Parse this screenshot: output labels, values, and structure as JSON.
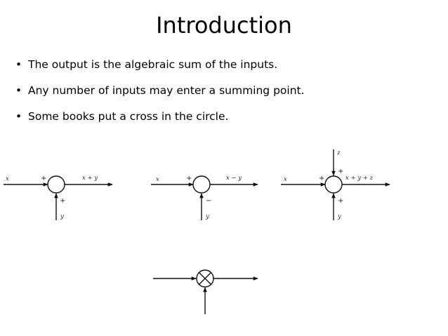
{
  "slide": {
    "title": "Introduction",
    "bullet_symbol": "•",
    "bullets": [
      "The output is the algebraic sum of the inputs.",
      "Any number of inputs may enter a summing point.",
      "Some books put a cross in the circle."
    ]
  },
  "diagrams": {
    "first": {
      "input_left": "x",
      "input_bottom": "y",
      "sign_left": "+",
      "sign_bottom": "+",
      "output": "x + y"
    },
    "second": {
      "input_left": "x",
      "input_bottom": "y",
      "sign_left": "+",
      "sign_bottom": "−",
      "output": "x − y"
    },
    "third": {
      "input_left": "x",
      "input_bottom": "y",
      "input_top": "z",
      "sign_left": "+",
      "sign_bottom": "+",
      "sign_top": "+",
      "output": "x + y + z"
    }
  }
}
